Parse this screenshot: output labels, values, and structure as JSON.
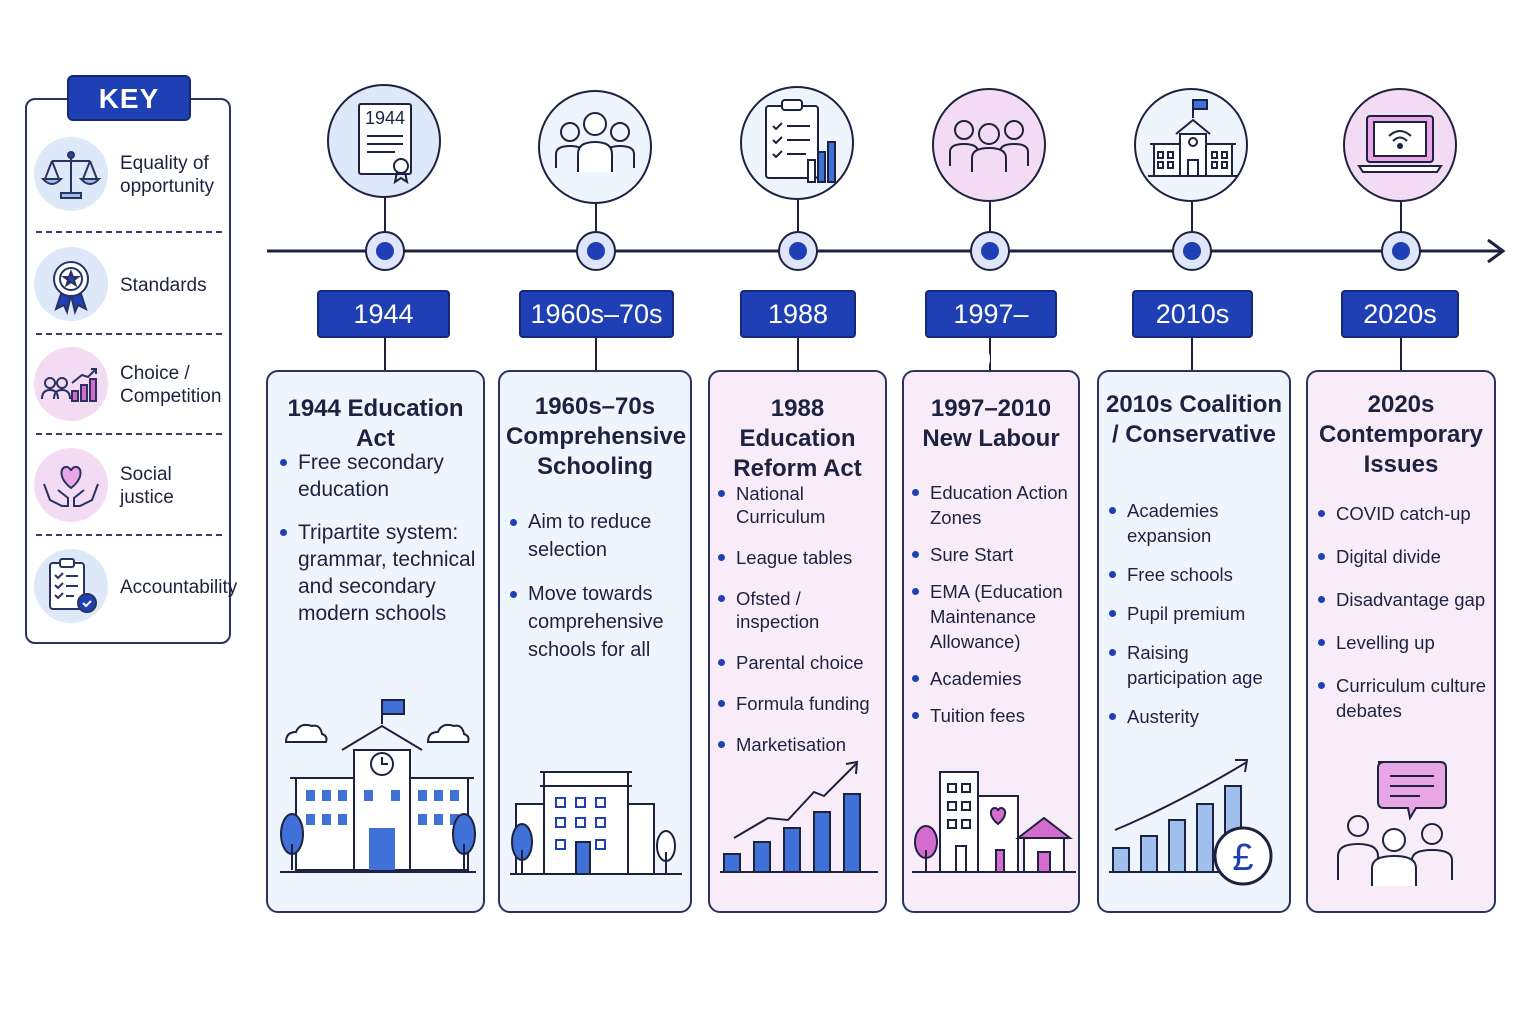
{
  "key": {
    "title": "KEY",
    "items": [
      {
        "label": "Equality of opportunity",
        "icon": "scales-icon"
      },
      {
        "label": "Standards",
        "icon": "award-ribbon-icon"
      },
      {
        "label": "Choice / Competition",
        "icon": "people-growth-chart-icon"
      },
      {
        "label": "Social justice",
        "icon": "heart-hands-icon"
      },
      {
        "label": "Accountability",
        "icon": "clipboard-check-icon"
      }
    ]
  },
  "timeline": [
    {
      "year": "1944",
      "icon": "document-certificate-icon",
      "icon_text": "1944",
      "title": "1944 Education Act",
      "points": [
        "Free secondary education",
        "Tripartite system: grammar, technical and secondary modern schools"
      ]
    },
    {
      "year": "1960s–70s",
      "icon": "group-people-icon",
      "title": "1960s–70s Comprehensive Schooling",
      "points": [
        "Aim to reduce selection",
        "Move towards comprehensive schools for all"
      ]
    },
    {
      "year": "1988",
      "icon": "checklist-chart-icon",
      "title": "1988 Education Reform Act",
      "points": [
        "National Curriculum",
        "League tables",
        "Ofsted / inspection",
        "Parental choice",
        "Formula funding",
        "Marketisation"
      ]
    },
    {
      "year": "1997–2010",
      "icon": "family-group-icon",
      "title": "1997–2010 New Labour",
      "points": [
        "Education Action Zones",
        "Sure Start",
        "EMA (Education Maintenance Allowance)",
        "Academies",
        "Tuition fees"
      ]
    },
    {
      "year": "2010s",
      "icon": "school-building-icon",
      "title": "2010s Coalition / Conservative",
      "points": [
        "Academies expansion",
        "Free schools",
        "Pupil premium",
        "Raising participation age",
        "Austerity"
      ]
    },
    {
      "year": "2020s",
      "icon": "laptop-wifi-icon",
      "title": "2020s Contemporary Issues",
      "points": [
        "COVID catch-up",
        "Digital divide",
        "Disadvantage gap",
        "Levelling up",
        "Curriculum culture debates"
      ]
    }
  ],
  "colors": {
    "accent": "#1f3fb4",
    "card_blue": "#eef5fd",
    "card_pink": "#f8ecf8",
    "icon_blue": "#dde9f8",
    "icon_pink": "#f3dcf3"
  }
}
